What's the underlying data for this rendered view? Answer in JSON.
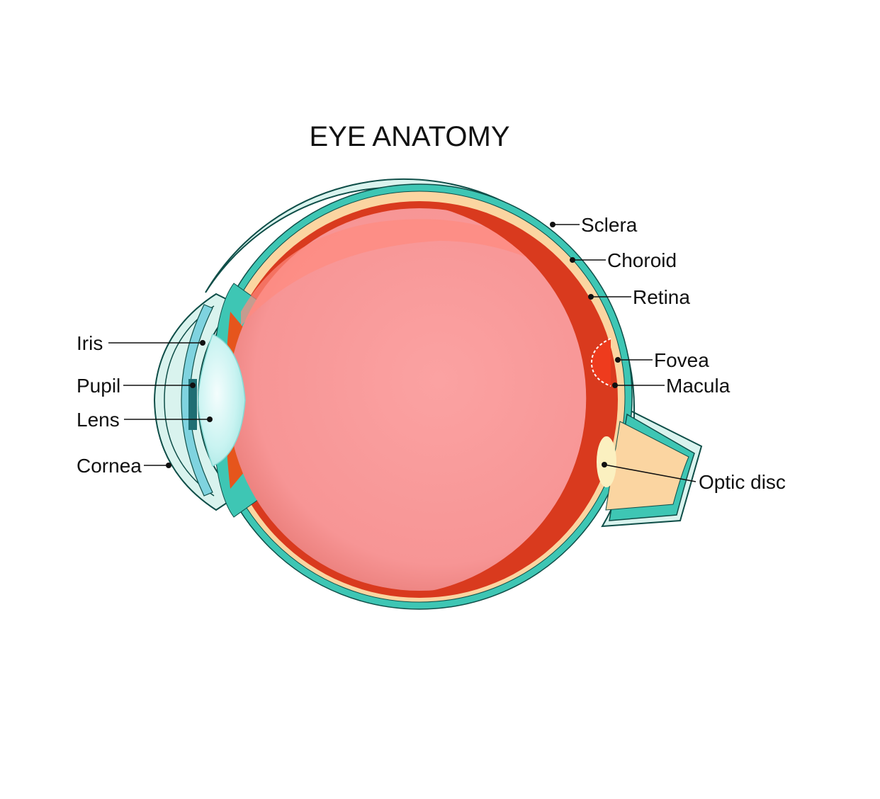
{
  "title": "EYE ANATOMY",
  "labels": {
    "sclera": "Sclera",
    "choroid": "Choroid",
    "retina": "Retina",
    "fovea": "Fovea",
    "macula": "Macula",
    "optic_disc": "Optic disc",
    "iris": "Iris",
    "pupil": "Pupil",
    "lens": "Lens",
    "cornea": "Cornea"
  },
  "colors": {
    "sclera": "#d9f3ee",
    "choroid_band": "#3ec6b4",
    "choroid_fill": "#fbd5a1",
    "retina": "#d93a1e",
    "vitreous": "#f99c9c",
    "lens": "#c4f2f0",
    "iris": "#7fd3df",
    "pupil": "#1f6e73",
    "fovea": "#ee3b1d",
    "optic_disc": "#fbf0c0"
  }
}
